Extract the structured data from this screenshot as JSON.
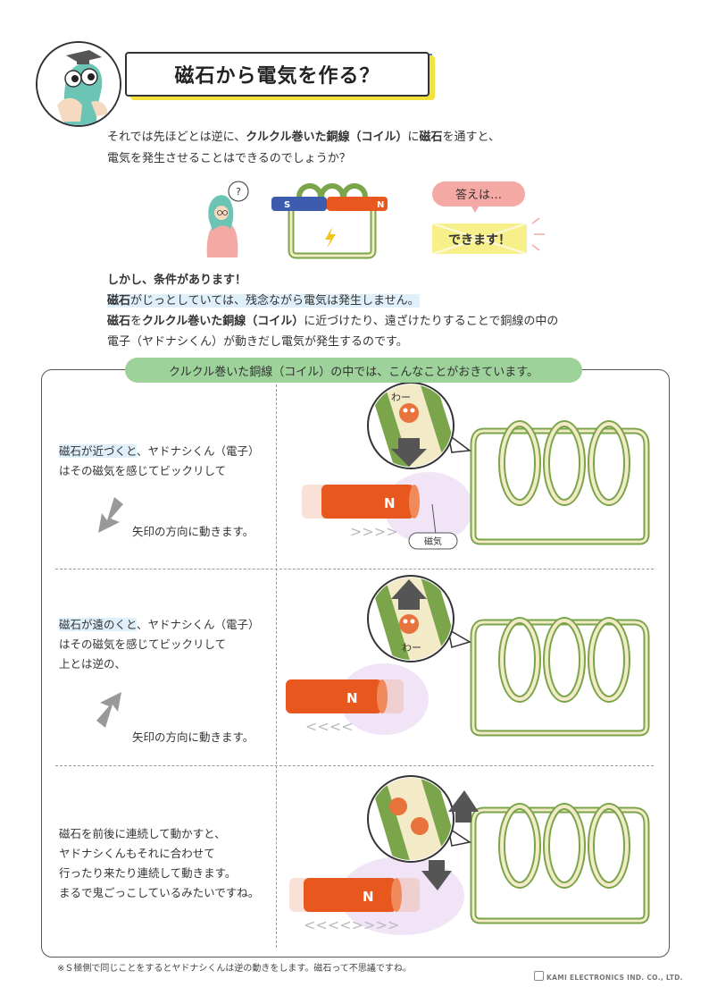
{
  "header": {
    "title": "磁石から電気を作る？"
  },
  "intro": {
    "line1": [
      "それでは先ほどとは逆に、",
      "クルクル巻いた銅線（コイル）",
      "に",
      "磁石",
      "を通すと、"
    ],
    "line2": "電気を発生させることはできるのでしょうか？"
  },
  "illustration": {
    "question_mark": "?",
    "magnet_s": "S",
    "magnet_n": "N",
    "answer_label": "答えは…",
    "answer_text": "できます！"
  },
  "conditions": {
    "heading": "しかし、条件があります！",
    "line1": [
      "磁石",
      "がじっとしていては、残念ながら電気は発生しません。"
    ],
    "line2": [
      "磁石",
      "を",
      "クルクル巻いた銅線（コイル）",
      "に近づけたり、遠ざけたりすることで銅線の中の"
    ],
    "line3": "電子（ヤドナシくん）が動きだし電気が発生するのです。"
  },
  "section": {
    "banner": "クルクル巻いた銅線（コイル）の中では、こんなことがおきています。",
    "row1": {
      "line1_hl": "磁石が近づくと",
      "line1_rest": "、ヤドナシくん（電子）",
      "line2": "はその磁気を感じてビックリして",
      "arrow_text": "矢印の方向に動きます。",
      "crab_text": "わー",
      "magnet_label": "N",
      "field_label": "磁気"
    },
    "row2": {
      "line1_hl": "磁石が遠のくと",
      "line1_rest": "、ヤドナシくん（電子）",
      "line2": "はその磁気を感じてビックリして",
      "line3": "上とは逆の、",
      "arrow_text": "矢印の方向に動きます。",
      "crab_text": "わー",
      "magnet_label": "N"
    },
    "row3": {
      "lines": [
        "磁石を前後に連続して動かすと、",
        "ヤドナシくんもそれに合わせて",
        "行ったり来たり連続して動きます。",
        "まるで鬼ごっこしているみたいですね。"
      ],
      "magnet_label": "N"
    }
  },
  "footnote": "※Ｓ極側で同じことをするとヤドナシくんは逆の動きをします。磁石って不思議ですね。",
  "company": "KAMI ELECTRONICS IND. CO., LTD.",
  "colors": {
    "title_shadow": "#f3e23a",
    "banner": "#9dd29a",
    "coil": "#7aa54a",
    "magnet": "#e8581e",
    "answer": "#f7ef8a",
    "bubble": "#f4a9a4"
  }
}
